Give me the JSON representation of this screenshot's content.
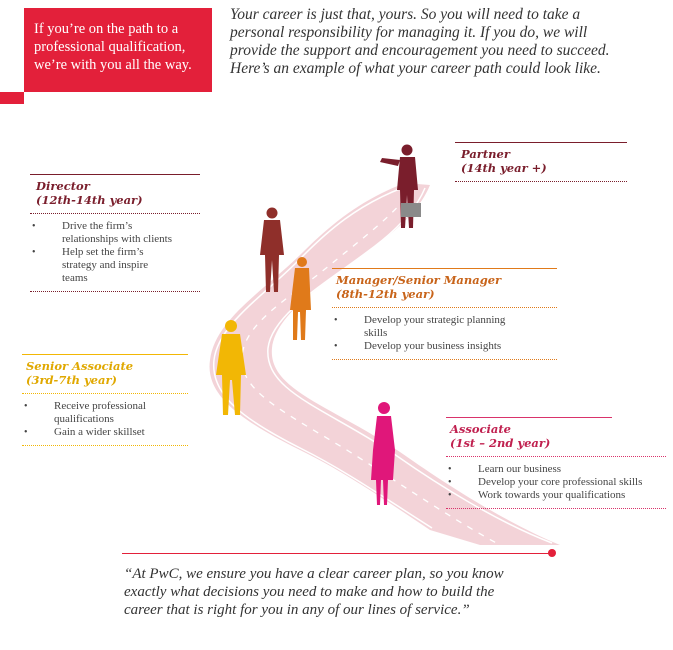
{
  "callout": {
    "lines": [
      "If you’re on the path to a",
      "professional qualification,",
      "we’re with you all the way."
    ]
  },
  "intro": {
    "lines": [
      "Your career is just that, yours. So you will need to take a",
      "personal responsibility for managing it. If you do, we will",
      "provide the support and encouragement you need to succeed.",
      "Here’s an example of what your career path could look like."
    ]
  },
  "stages": {
    "partner": {
      "title": "Partner",
      "years": "(14th year +)",
      "color": "#7a1e2c"
    },
    "director": {
      "title": "Director",
      "years": "(12th-14th year)",
      "color": "#7a1e2c",
      "bullets": [
        [
          "Drive the firm’s",
          "relationships with clients"
        ],
        [
          "Help set the firm’s",
          "strategy and inspire",
          "teams"
        ]
      ]
    },
    "manager": {
      "title": "Manager/Senior Manager",
      "years": "(8th-12th year)",
      "color": "#e07a1a",
      "bullets": [
        [
          "Develop your strategic planning",
          "skills"
        ],
        [
          "Develop your business insights"
        ]
      ]
    },
    "senior_associate": {
      "title": "Senior Associate",
      "years": "(3rd-7th year)",
      "color": "#f2b705",
      "bullets": [
        [
          "Receive professional",
          "qualifications"
        ],
        [
          "Gain a wider skillset"
        ]
      ]
    },
    "associate": {
      "title": "Associate",
      "years": "(1st – 2nd year)",
      "color": "#d9336b",
      "bullets": [
        [
          "Learn our business"
        ],
        [
          "Develop your core professional skills"
        ],
        [
          "Work towards your qualifications"
        ]
      ]
    }
  },
  "quote": {
    "lines": [
      "“At PwC, we ensure you have a clear career plan, so you know",
      "exactly what decisions you need to make and how to build the",
      "career that is right for you in any of our lines of service.”"
    ]
  },
  "colors": {
    "brand_red": "#e3203a",
    "road": "#f3d3d8",
    "road_edge": "#ffffff",
    "partner": "#7a1e2c",
    "director": "#7a1e2c",
    "manager": "#e07a1a",
    "senior_associate": "#f2b705",
    "associate": "#e0177a"
  }
}
